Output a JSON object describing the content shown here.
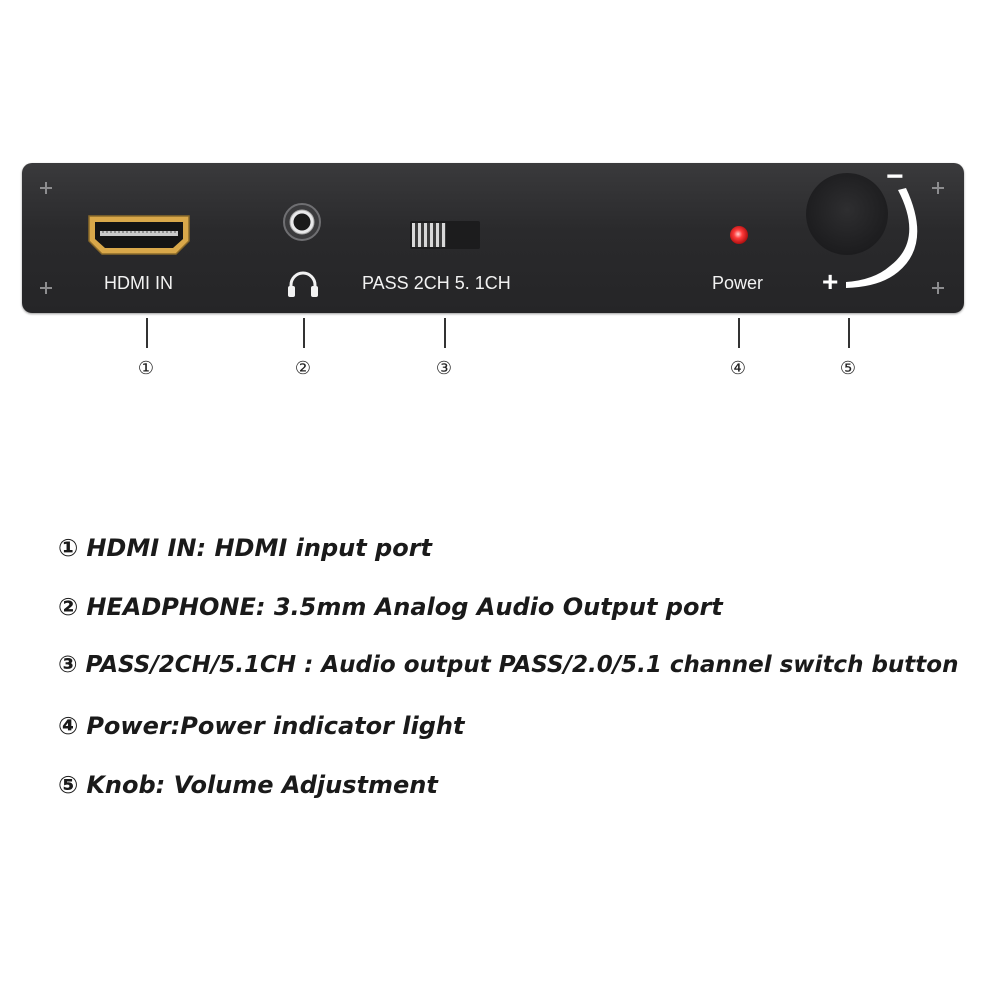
{
  "panel": {
    "hdmi_label": "HDMI IN",
    "switch_label": "PASS  2CH  5. 1CH",
    "power_label": "Power",
    "knob": {
      "minus": "−",
      "plus": "+"
    }
  },
  "callouts": [
    "①",
    "②",
    "③",
    "④",
    "⑤"
  ],
  "legend": [
    {
      "num": "①",
      "text": "HDMI IN: HDMI input port"
    },
    {
      "num": "②",
      "text": "HEADPHONE: 3.5mm Analog Audio Output port"
    },
    {
      "num": "③",
      "text": "PASS/2CH/5.1CH : Audio output PASS/2.0/5.1 channel switch button"
    },
    {
      "num": "④",
      "text": "Power:Power indicator light"
    },
    {
      "num": "⑤",
      "text": "Knob: Volume Adjustment"
    }
  ],
  "colors": {
    "panel": "#2a2a2c",
    "hdmi_gold": "#d9a84a",
    "led_red": "#ff3b3b",
    "label_text": "#f2f2f2"
  },
  "icons": [
    "screw-icon",
    "headphone-icon",
    "power-led",
    "volume-knob"
  ]
}
